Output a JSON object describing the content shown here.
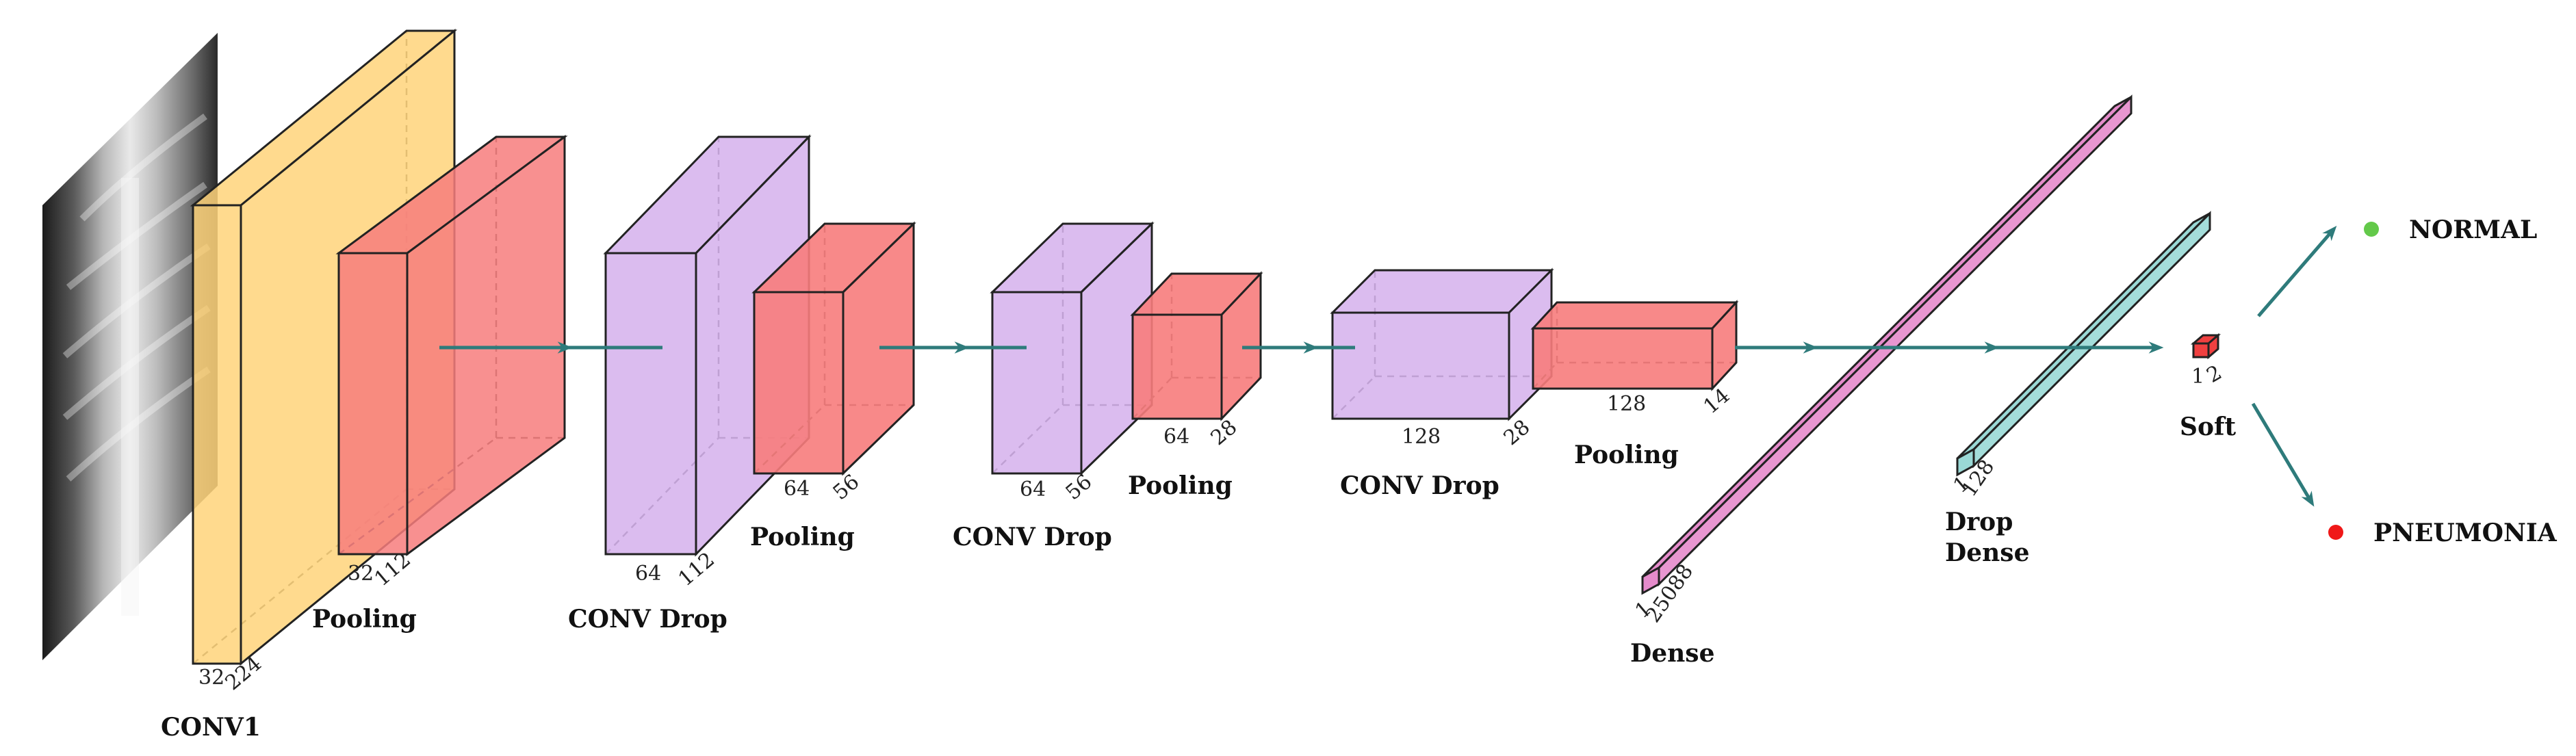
{
  "colors": {
    "conv_input": "#FFD37A",
    "pooling": "#F77C7C",
    "conv_drop": "#D5B0EC",
    "dense": "#E58BCB",
    "drop_dense": "#9AD9D6",
    "soft": "#F04040",
    "arrow": "#2E7B7B",
    "normal_dot": "#63C94A",
    "pneumonia_dot": "#F01818"
  },
  "input_image": {
    "icon": "chest-xray-image"
  },
  "layers": [
    {
      "name": "conv1",
      "label": "CONV1",
      "dims": [
        "32",
        "224"
      ]
    },
    {
      "name": "pool1",
      "label": "Pooling",
      "dims": [
        "32",
        "112"
      ]
    },
    {
      "name": "convdrop1",
      "label": "CONV Drop",
      "dims": [
        "64",
        "112"
      ]
    },
    {
      "name": "pool2",
      "label": "Pooling",
      "dims": [
        "64",
        "56"
      ]
    },
    {
      "name": "convdrop2",
      "label": "CONV Drop",
      "dims": [
        "64",
        "56"
      ]
    },
    {
      "name": "pool3",
      "label": "Pooling",
      "dims": [
        "64",
        "28"
      ]
    },
    {
      "name": "convdrop3",
      "label": "CONV Drop",
      "dims": [
        "128",
        "28"
      ]
    },
    {
      "name": "pool4",
      "label": "Pooling",
      "dims": [
        "128",
        "14"
      ]
    },
    {
      "name": "dense",
      "label": "Dense",
      "dims": [
        "1",
        "25088"
      ]
    },
    {
      "name": "dropdense",
      "label_lines": [
        "Drop",
        "Dense"
      ],
      "dims": [
        "1",
        "128"
      ]
    },
    {
      "name": "soft",
      "label": "Soft",
      "dims": [
        "1",
        "2"
      ]
    }
  ],
  "outputs": [
    {
      "name": "normal",
      "label": "NORMAL"
    },
    {
      "name": "pneumonia",
      "label": "PNEUMONIA"
    }
  ]
}
